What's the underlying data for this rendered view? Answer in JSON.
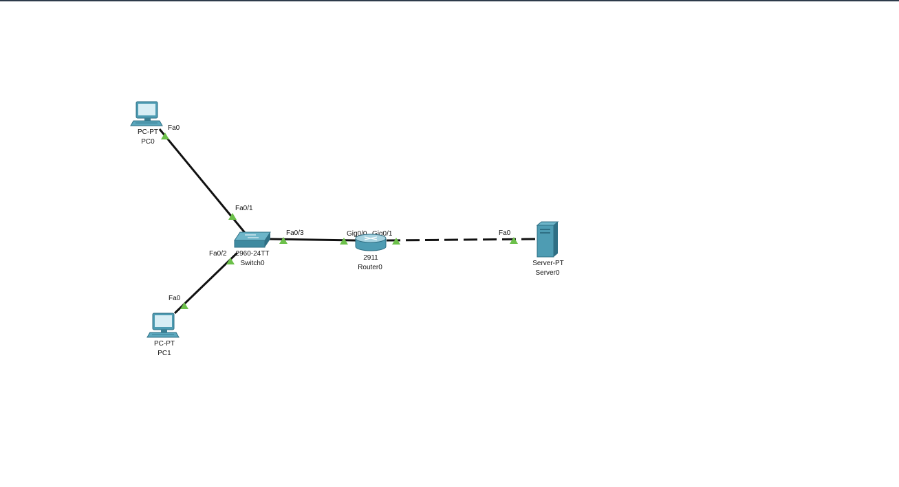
{
  "devices": {
    "pc0": {
      "model": "PC-PT",
      "name": "PC0",
      "icon": "pc-icon"
    },
    "pc1": {
      "model": "PC-PT",
      "name": "PC1",
      "icon": "pc-icon"
    },
    "switch0": {
      "model": "2960-24TT",
      "name": "Switch0",
      "icon": "switch-icon"
    },
    "router0": {
      "model": "2911",
      "name": "Router0",
      "icon": "router-icon"
    },
    "server0": {
      "model": "Server-PT",
      "name": "Server0",
      "icon": "server-icon"
    }
  },
  "ports": {
    "pc0_fa0": "Fa0",
    "sw_fa01": "Fa0/1",
    "sw_fa02": "Fa0/2",
    "sw_fa03": "Fa0/3",
    "pc1_fa0": "Fa0",
    "r_gig00": "Gig0/0",
    "r_gig01": "Gig0/1",
    "srv_fa0": "Fa0"
  },
  "colors": {
    "link": "#111111",
    "link_up": "#6cc04a",
    "device": "#4e9cb3",
    "device_dark": "#2f6f84",
    "background": "#ffffff"
  }
}
